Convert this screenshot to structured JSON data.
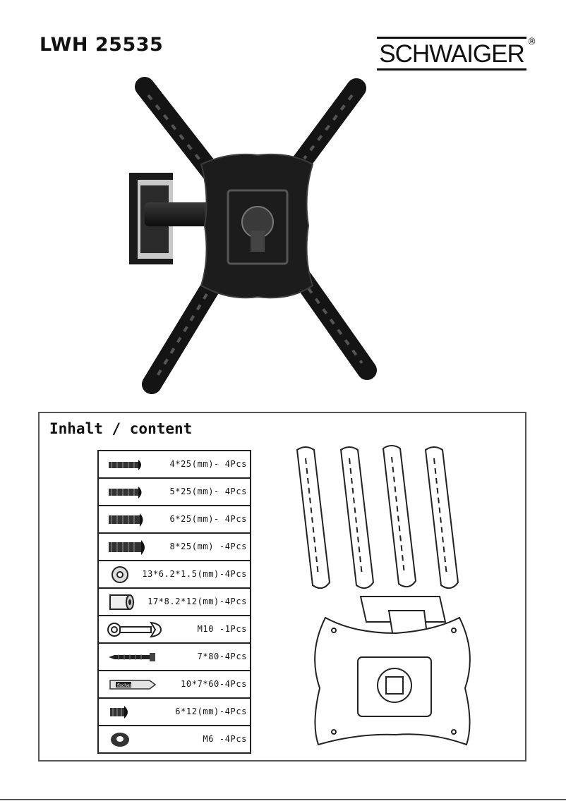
{
  "header": {
    "model": "LWH 25535",
    "brand": "SCHWAIGER",
    "brand_mark": "®"
  },
  "content": {
    "title": "Inhalt / content",
    "parts": [
      {
        "icon": "screen-icon",
        "label": "4*25(mm)- 4Pcs"
      },
      {
        "icon": "screen-icon",
        "label": "5*25(mm)- 4Pcs"
      },
      {
        "icon": "screen-icon",
        "label": "6*25(mm)- 4Pcs"
      },
      {
        "icon": "screen-icon",
        "label": "8*25(mm) -4Pcs"
      },
      {
        "icon": "washer-icon",
        "label": "13*6.2*1.5(mm)-4Pcs"
      },
      {
        "icon": "spacer-icon",
        "label": "17*8.2*12(mm)-4Pcs"
      },
      {
        "icon": "wrench-icon",
        "label": "M10 -1Pcs"
      },
      {
        "icon": "lag-bolt-icon",
        "label": "7*80-4Pcs"
      },
      {
        "icon": "wall-plug-icon",
        "label": "10*7*60-4Pcs"
      },
      {
        "icon": "short-screw-icon",
        "label": "6*12(mm)-4Pcs"
      },
      {
        "icon": "nut-icon",
        "label": "M6 -4Pcs"
      }
    ],
    "plug_brand": "fischer"
  }
}
